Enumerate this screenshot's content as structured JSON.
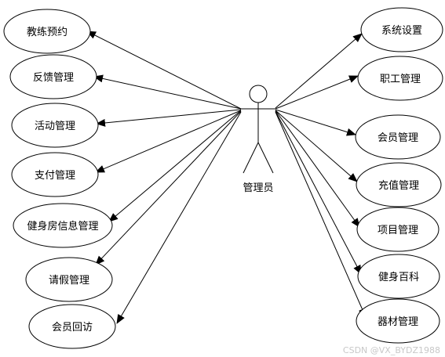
{
  "actor": {
    "label": "管理员"
  },
  "left_use_cases": [
    "教练预约",
    "反馈管理",
    "活动管理",
    "支付管理",
    "健身房信息管理",
    "请假管理",
    "会员回访"
  ],
  "right_use_cases": [
    "系统设置",
    "职工管理",
    "会员管理",
    "充值管理",
    "项目管理",
    "健身百科",
    "器材管理"
  ],
  "watermark": "CSDN @VX_BYDZ1988"
}
